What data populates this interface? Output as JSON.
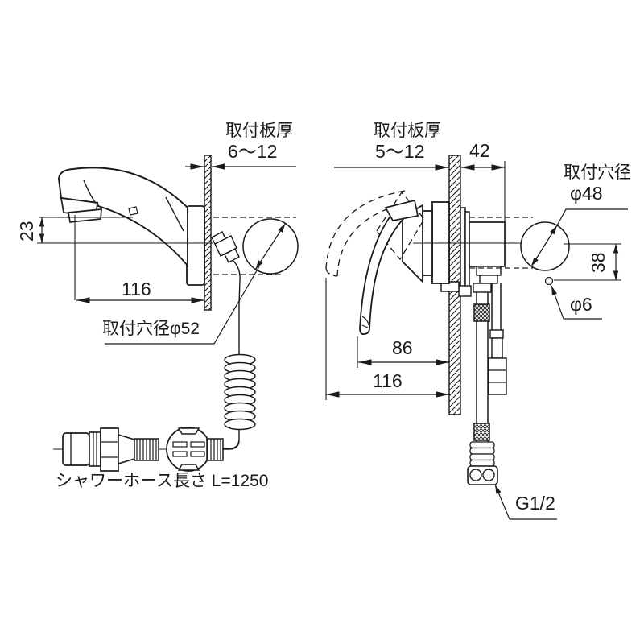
{
  "drawing": {
    "left_view": {
      "board_thickness_label": "取付板厚",
      "board_thickness_value": "6〜12",
      "spout_height": "23",
      "spout_reach": "116",
      "hole_label": "取付穴径φ52"
    },
    "right_view": {
      "board_thickness_label": "取付板厚",
      "board_thickness_value": "5〜12",
      "wall_depth": "42",
      "hole_label": "取付穴径",
      "hole_value": "φ48",
      "vertical_offset": "38",
      "pilot_hole": "φ6",
      "handle_reach": "86",
      "total_reach": "116",
      "thread_label": "G1/2"
    },
    "hose_length_label": "シャワーホース長さ L=1250",
    "line_color": "#1a1a1a",
    "background_color": "#ffffff"
  }
}
